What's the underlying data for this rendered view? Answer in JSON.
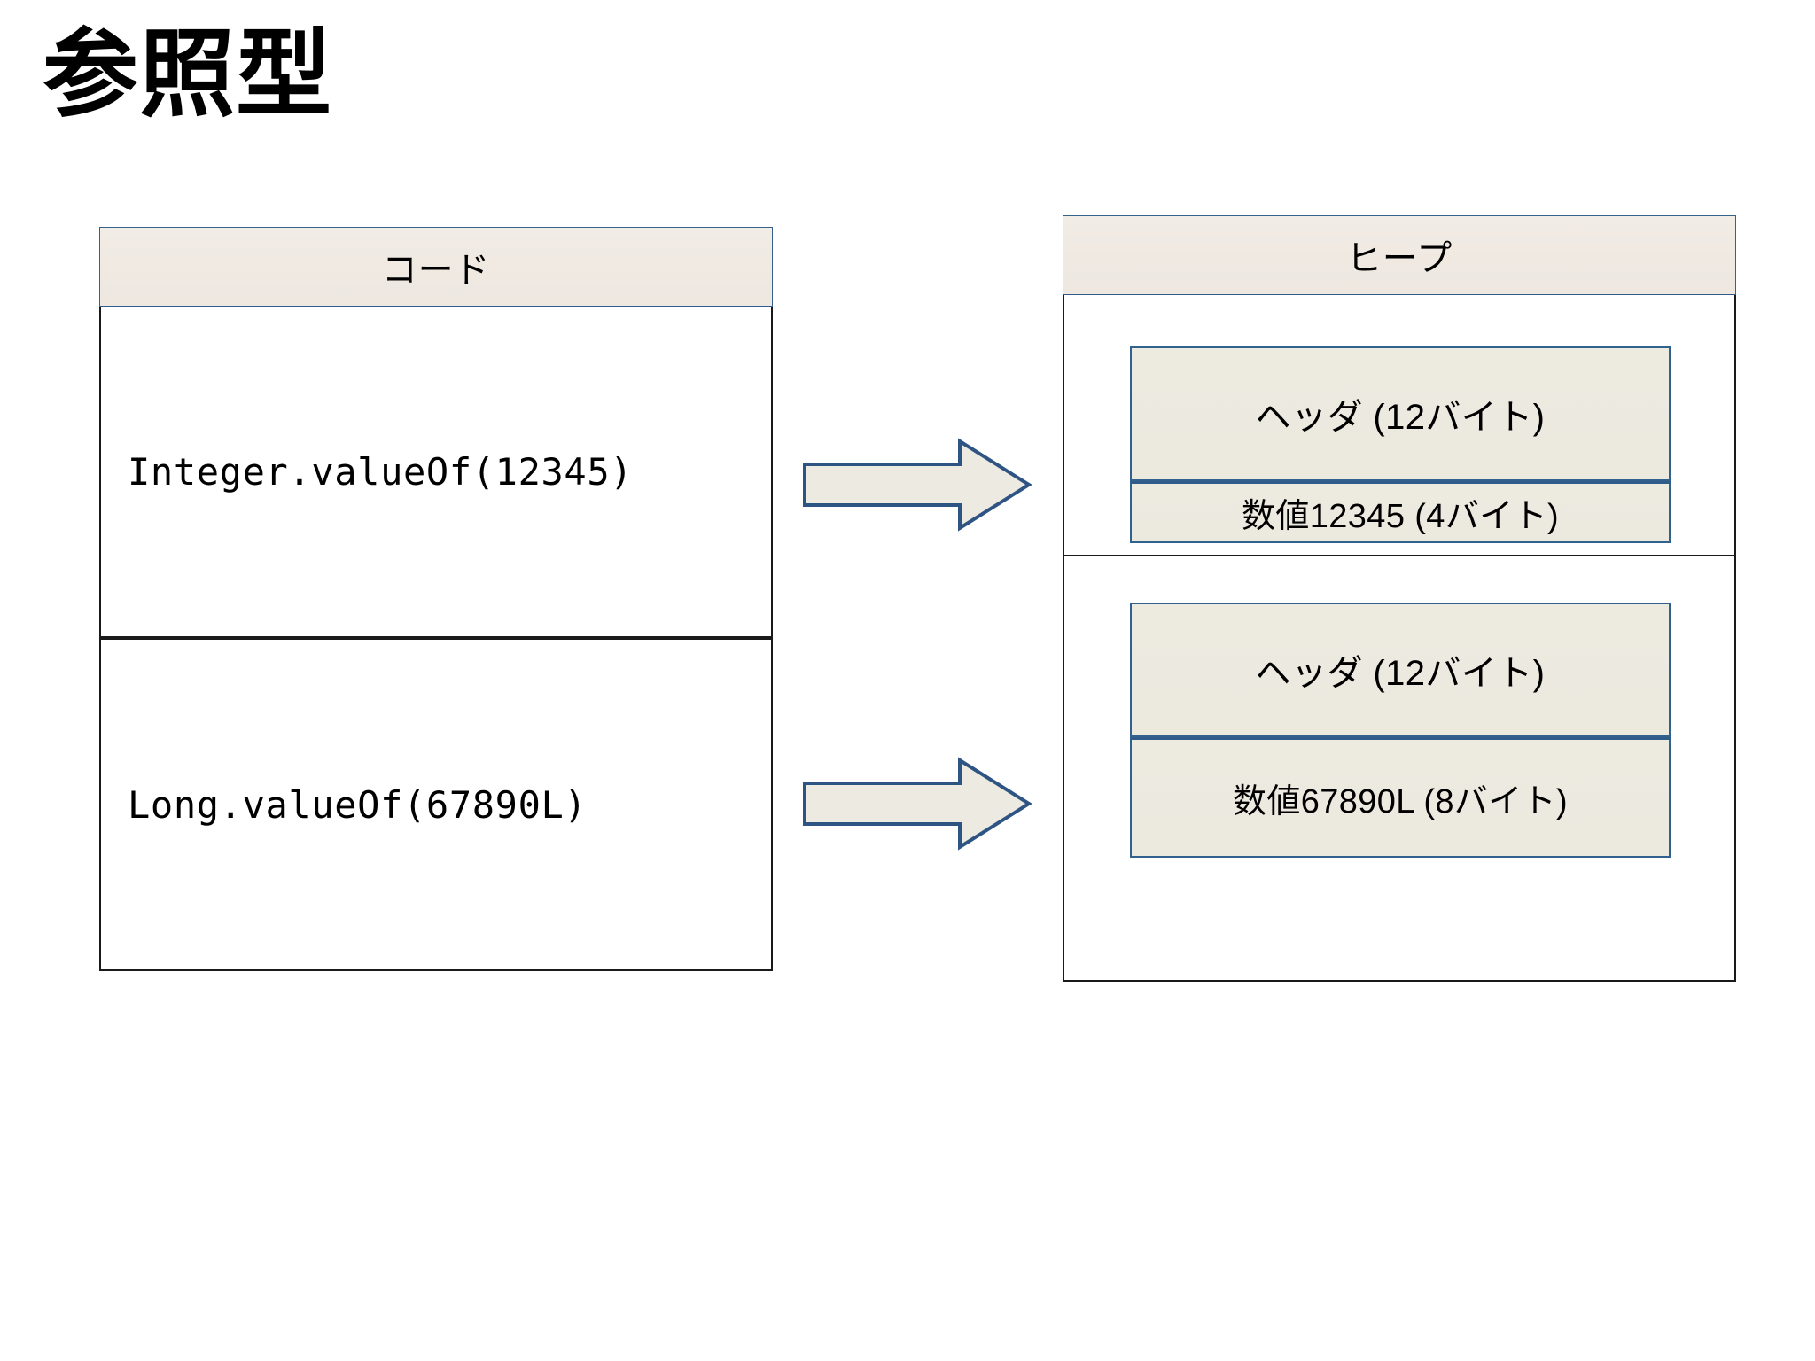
{
  "slide": {
    "title": "参照型",
    "background_color": "#ffffff"
  },
  "colors": {
    "header_fill": "#efe9e2",
    "header_border": "#35618c",
    "object_fill": "#eceadf",
    "object_border": "#31618e",
    "table_border": "#1a1a1a",
    "arrow_fill": "#edeae2",
    "arrow_border": "#2e5483",
    "text": "#000000"
  },
  "code_panel": {
    "header": "コード",
    "rows": [
      {
        "code": "Integer.valueOf(12345)"
      },
      {
        "code": "Long.valueOf(67890L)"
      }
    ]
  },
  "heap_panel": {
    "header": "ヒープ",
    "objects": [
      {
        "header_label": "ヘッダ (12バイト)",
        "value_label": "数値12345 (4バイト)"
      },
      {
        "header_label": "ヘッダ (12バイト)",
        "value_label": "数値67890L (8バイト)"
      }
    ]
  },
  "arrows": [
    {
      "name": "arrow-integer-to-heap-object",
      "direction": "right"
    },
    {
      "name": "arrow-long-to-heap-object",
      "direction": "right"
    }
  ]
}
